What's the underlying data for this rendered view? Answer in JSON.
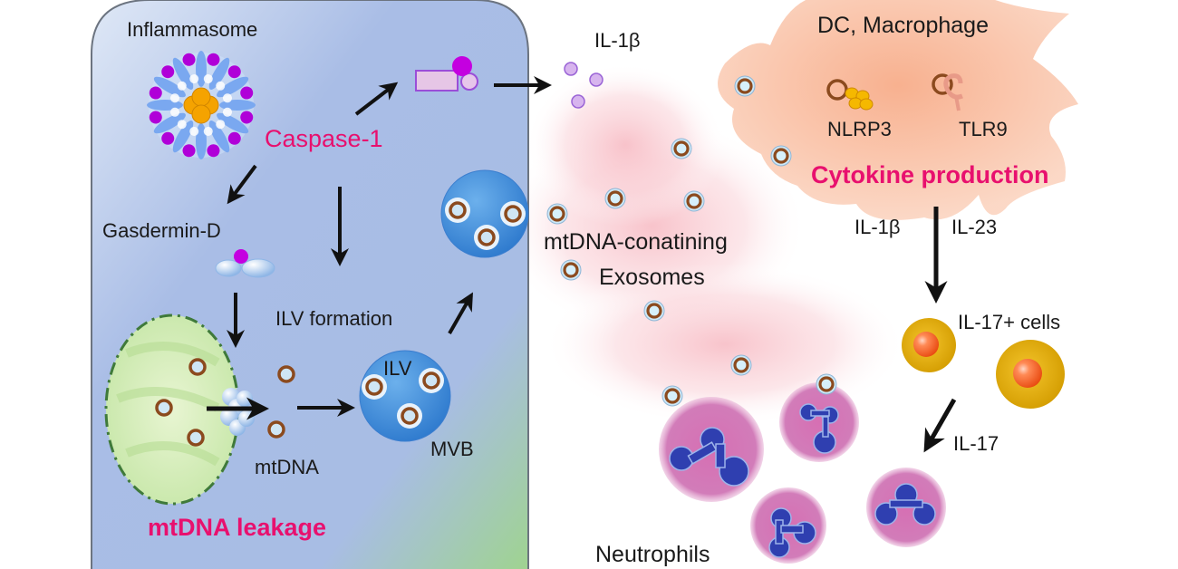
{
  "figure": {
    "left_cell": {
      "labels": {
        "inflammasome": "Inflammasome",
        "caspase": "Caspase-1",
        "gasdermin": "Gasdermin-D",
        "ilv_formation": "ILV formation",
        "ilv": "ILV",
        "mvb": "MVB",
        "mtdna": "mtDNA",
        "mtdna_leakage": "mtDNA leakage"
      }
    },
    "extracellular": {
      "labels": {
        "il1b_released": "IL-1β",
        "exosomes_line1": "mtDNA-conatining",
        "exosomes_line2": "Exosomes",
        "neutrophils": "Neutrophils"
      }
    },
    "dc_macrophage": {
      "labels": {
        "title": "DC, Macrophage",
        "nlrp3": "NLRP3",
        "tlr9": "TLR9",
        "cytokine_production": "Cytokine production",
        "il1b": "IL-1β",
        "il23": "IL-23"
      }
    },
    "il17_cells": {
      "labels": {
        "title": "IL-17+ cells",
        "il17": "IL-17"
      }
    },
    "colors": {
      "accent_pink": "#e8106e",
      "cell_blue": "#a9bde6",
      "cell_green": "#8fcf8a",
      "macrophage_orange": "#f8b996",
      "neutrophil_magenta": "#d873b8",
      "neutrophil_nucleus": "#2f3fb0",
      "mtdna_brown": "#8b4a1e",
      "inflammasome_purple": "#b000d8",
      "inflammasome_orange": "#f5a300",
      "il17_cell_yellow": "#e6b000"
    }
  }
}
